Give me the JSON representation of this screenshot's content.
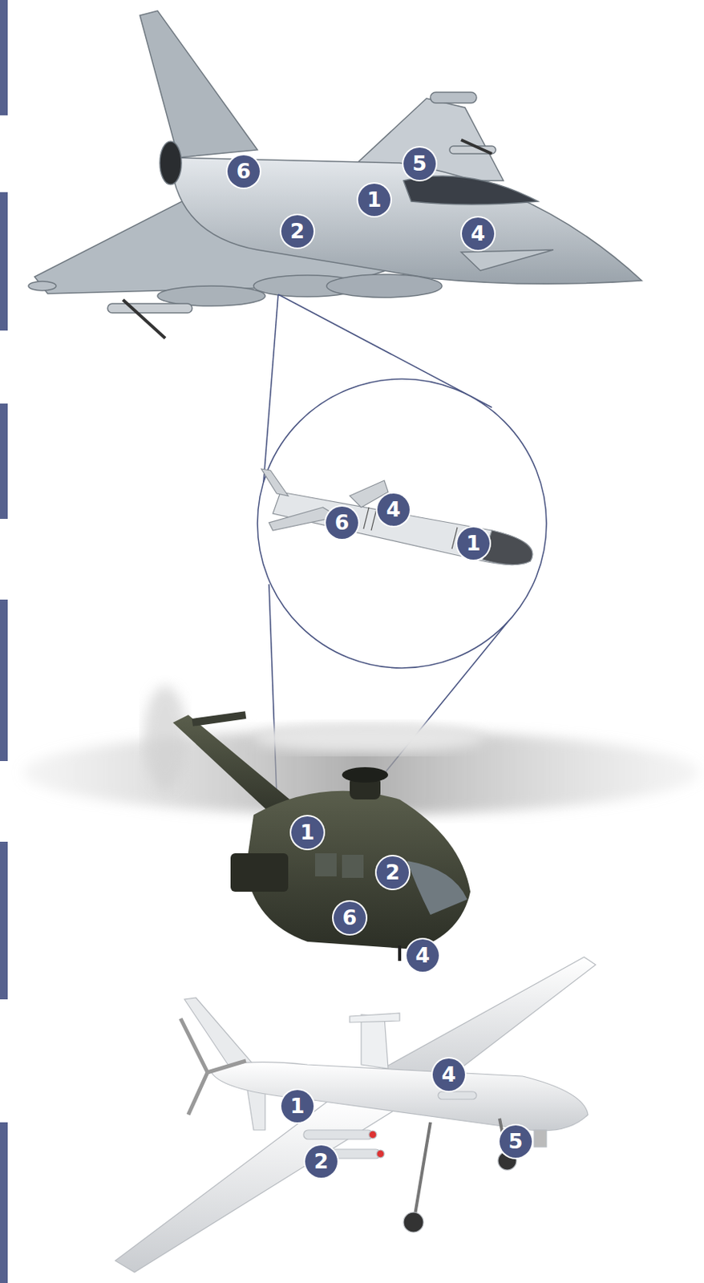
{
  "diagram": {
    "labels": [
      "6",
      "5",
      "1",
      "2",
      "4",
      "4",
      "6",
      "1",
      "1",
      "2",
      "6",
      "4",
      "4",
      "1",
      "5",
      "2"
    ]
  }
}
